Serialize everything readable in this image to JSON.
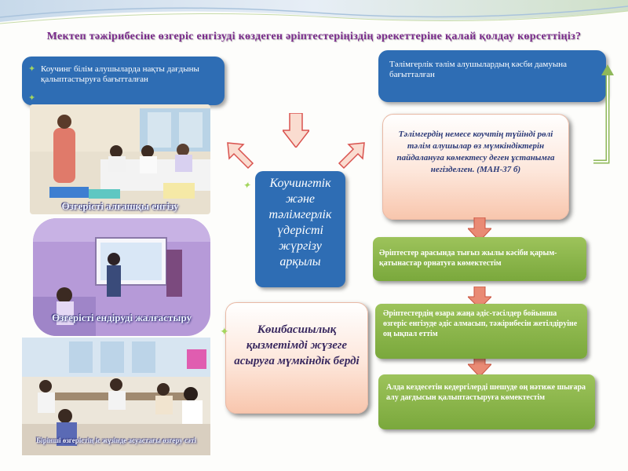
{
  "title": "Мектеп тәжірибесіне өзгеріс енгізуді көздеген әріптестеріңіздің әрекеттеріне қалай қолдау көрсеттіңіз?",
  "colors": {
    "title": "#7b2c8c",
    "blue_box": "#2e6db4",
    "green_box": "#7aa83c",
    "peach_box": "#fbd6c3",
    "bullet": "#a4d65e"
  },
  "top_left_box": {
    "text": "Коучинг білім алушыларда нақты дағдыны қалыптастыруға бағытталған"
  },
  "top_right_box": {
    "text": "Тәлімгерлік тәлім алушылардың кәсби дамуына бағытталған"
  },
  "center_box": {
    "text": "Коучингтік және тәлімгерлік үдерісті жүргізу арқылы"
  },
  "quote_box": {
    "text": "Тәлімгердің немесе коучтің түйінді рөлі тәлім алушылар өз мүмкіндіктерін пайдалануға көмектесу деген ұстанымға негізделген. (МАН-37 б)"
  },
  "leadership_box": {
    "text": "Көшбасшылық қызметімді жүзеге асыруға мүмкіндік берді"
  },
  "steps": [
    {
      "text": "Әріптестер арасында тығыз жылы кәсіби қарым-қатынастар орнатуға көмектестім"
    },
    {
      "text": "Әріптестердің өзара жаңа әдіс-тәсілдер бойынша өзгеріс енгізуде әдіс алмасып, тәжірибесін жетілдіруіне оң ықпал еттім"
    },
    {
      "text": "Алда кездесетін кедергілерді шешуде оң нәтиже шығара алу дағдысын қалыптастыруға көмектестім"
    }
  ],
  "photos": [
    {
      "caption": "Өзгерісті алғашқы енгізу"
    },
    {
      "caption": "Өзгерісті ендіруді жалғастыру"
    },
    {
      "caption": "Бірінші өзгерістің іс жүзінде асуастағы өзгеру сәті"
    }
  ],
  "icons": [
    "bullet-icon",
    "arrow-down-icon",
    "arrow-diagonal-icon",
    "return-arrow-icon"
  ]
}
